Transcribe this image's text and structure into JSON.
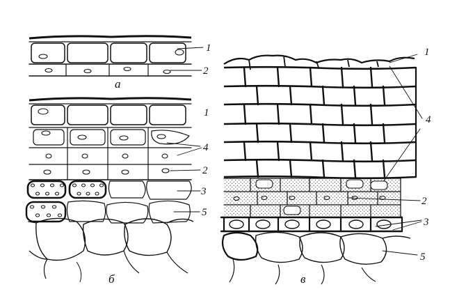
{
  "figure": {
    "panels": [
      "а",
      "б",
      "в"
    ],
    "labels": {
      "a": [
        "1",
        "2"
      ],
      "b": [
        "1",
        "4",
        "2",
        "3",
        "5"
      ],
      "c": [
        "1",
        "4",
        "2",
        "3",
        "5"
      ]
    }
  },
  "colors": {
    "ink": "#111111",
    "paper": "#ffffff"
  }
}
